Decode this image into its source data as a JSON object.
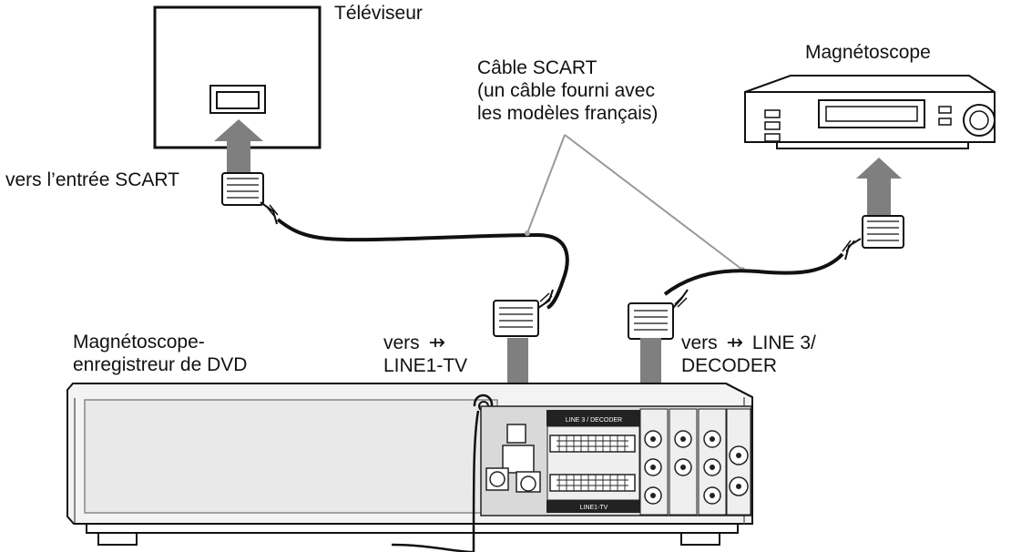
{
  "labels": {
    "tv": "Téléviseur",
    "vcr": "Magnétoscope",
    "cable_line1": "Câble SCART",
    "cable_line2": "(un câble fourni avec",
    "cable_line3": "les modèles français)",
    "scart_input": "vers l’entrée SCART",
    "recorder_line1": "Magnétoscope-",
    "recorder_line2": "enregistreur de DVD",
    "line1_prefix": "vers",
    "line1_suffix": "LINE1-TV",
    "line3_prefix": "vers",
    "line3_suffix": "LINE 3/",
    "line3_decoder": "DECODER"
  },
  "panel": {
    "line3_decoder_label": "LINE 3 / DECODER",
    "line1_tv_label": "LINE1-TV"
  },
  "icons": {
    "scart_arrow_symbol": "⇸"
  }
}
